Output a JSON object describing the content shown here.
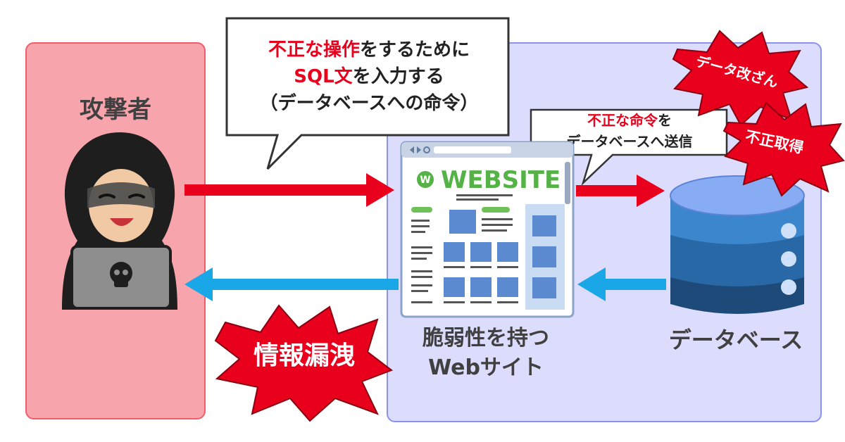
{
  "attacker": {
    "label": "攻撃者"
  },
  "speech_bubble_attacker": {
    "line1_red": "不正な操作",
    "line1_rest": "をするために",
    "line2_red": "SQL文",
    "line2_rest": "を入力する",
    "line3": "（データベースへの命令）"
  },
  "speech_bubble_website": {
    "line1_red": "不正な命令",
    "line1_rest": "を",
    "line2": "データベースへ送信"
  },
  "website": {
    "screen_title": "WEBSITE",
    "logo_letter": "W",
    "label_line1": "脆弱性を持つ",
    "label_line2": "Webサイト"
  },
  "database": {
    "label": "データベース"
  },
  "bursts": {
    "leak": "情報漏洩",
    "tamper": "データ改ざん",
    "theft": "不正取得"
  },
  "colors": {
    "attack_arrow": "#e8001c",
    "return_arrow": "#1aa7e8",
    "attacker_zone": "#f8a4ad",
    "server_zone": "#dcdcfd",
    "burst": "#e8001c"
  }
}
